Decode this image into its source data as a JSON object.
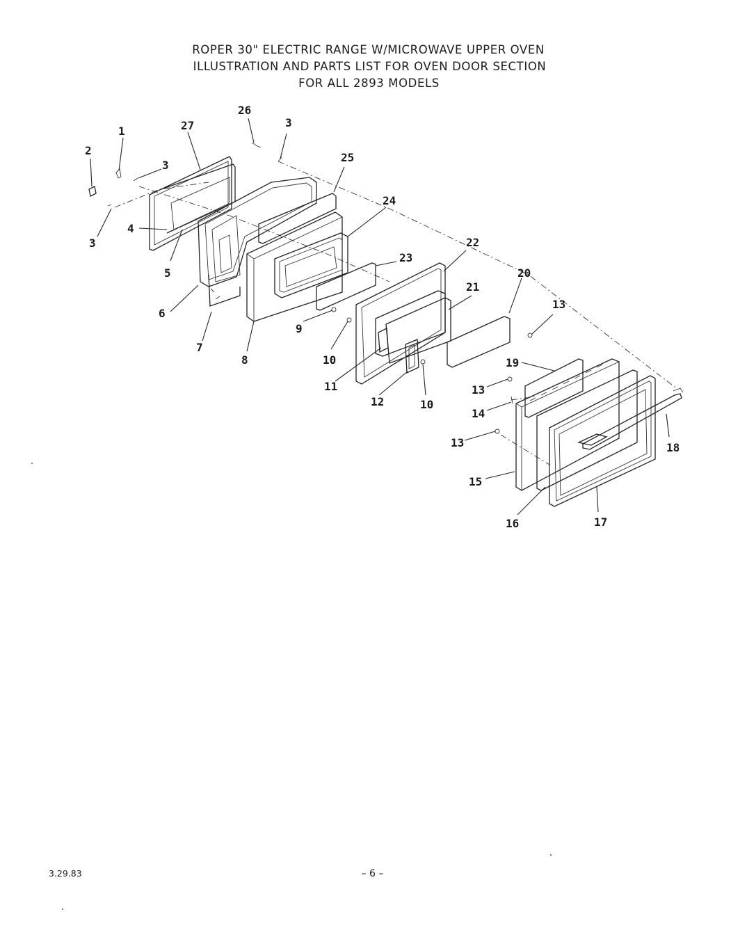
{
  "header": {
    "line1": "ROPER 30\" ELECTRIC RANGE W/MICROWAVE UPPER OVEN",
    "line2": "ILLUSTRATION AND PARTS LIST FOR OVEN DOOR SECTION",
    "line3": "FOR ALL 2893 MODELS"
  },
  "callouts": {
    "c1": "1",
    "c2": "2",
    "c3a": "3",
    "c3b": "3",
    "c3c": "3",
    "c4": "4",
    "c5": "5",
    "c6": "6",
    "c7": "7",
    "c8": "8",
    "c9": "9",
    "c10a": "10",
    "c10b": "10",
    "c11": "11",
    "c12": "12",
    "c13a": "13",
    "c13b": "13",
    "c13c": "13",
    "c14": "14",
    "c15": "15",
    "c16": "16",
    "c17": "17",
    "c18": "18",
    "c19": "19",
    "c20": "20",
    "c21": "21",
    "c22": "22",
    "c23": "23",
    "c24": "24",
    "c25": "25",
    "c26": "26",
    "c27": "27"
  },
  "footer": {
    "date": "3.29.83",
    "page": "– 6 –"
  }
}
